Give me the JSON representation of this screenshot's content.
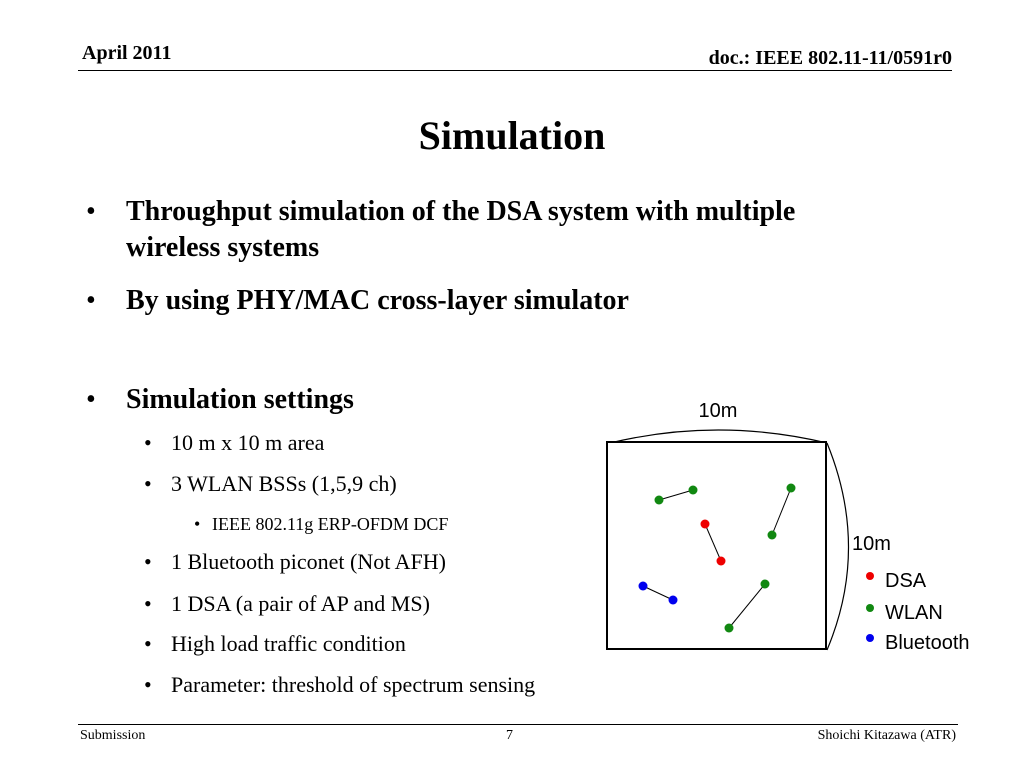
{
  "header": {
    "date": "April 2011",
    "doc_id": "doc.: IEEE 802.11-11/0591r0"
  },
  "title": "Simulation",
  "bullets": {
    "b1_line1": "Throughput simulation of the DSA system with multiple",
    "b1_line2": "wireless systems",
    "b2": "By using PHY/MAC cross-layer simulator",
    "b3": "Simulation settings",
    "sub1": "10 m  x  10 m area",
    "sub2": "3 WLAN BSSs (1,5,9 ch)",
    "sub2a": "IEEE 802.11g ERP-OFDM DCF",
    "sub3": "1 Bluetooth piconet (Not AFH)",
    "sub4": "1 DSA (a pair of AP and MS)",
    "sub5": "High load traffic condition",
    "sub6": "Parameter: threshold of spectrum sensing"
  },
  "diagram": {
    "width_label": "10m",
    "height_label": "10m",
    "legend": [
      {
        "label": "DSA",
        "color": "#ee0000"
      },
      {
        "label": "WLAN",
        "color": "#118811"
      },
      {
        "label": "Bluetooth",
        "color": "#0000ee"
      }
    ]
  },
  "footer": {
    "left": "Submission",
    "page": "7",
    "right": "Shoichi Kitazawa (ATR)"
  }
}
